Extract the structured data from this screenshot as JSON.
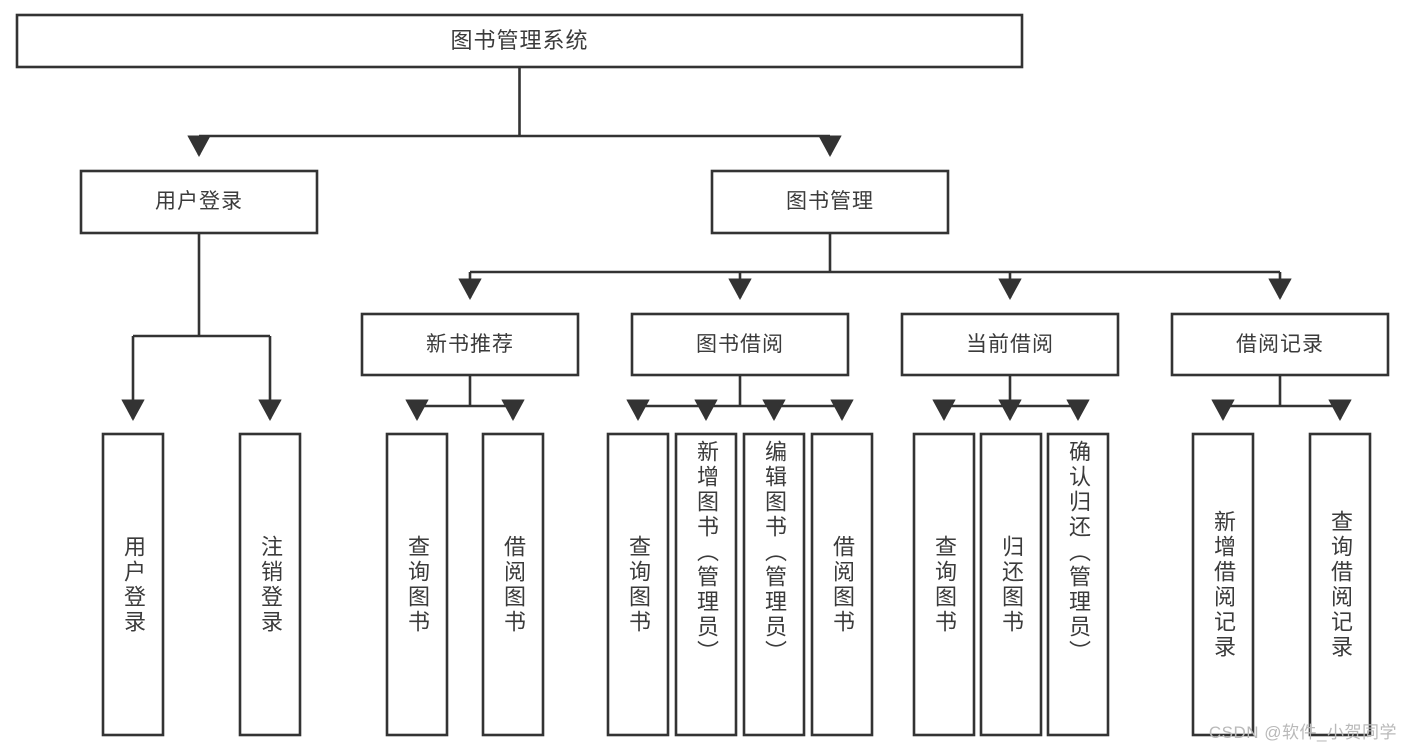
{
  "diagram": {
    "type": "tree",
    "title": "图书管理系统",
    "watermark": "CSDN @软件_小贺同学",
    "colors": {
      "stroke": "#333333",
      "fill": "#ffffff",
      "text": "#3b3b3b",
      "watermark": "#b9b9b9"
    },
    "root": {
      "label": "图书管理系统"
    },
    "level2": [
      {
        "label": "用户登录"
      },
      {
        "label": "图书管理"
      }
    ],
    "level3": [
      {
        "label": "新书推荐"
      },
      {
        "label": "图书借阅"
      },
      {
        "label": "当前借阅"
      },
      {
        "label": "借阅记录"
      }
    ],
    "leaves": {
      "user_login": [
        {
          "label": "用户登录"
        },
        {
          "label": "注销登录"
        }
      ],
      "new_book_recommend": [
        {
          "label": "查询图书"
        },
        {
          "label": "借阅图书"
        }
      ],
      "book_borrow": [
        {
          "label": "查询图书"
        },
        {
          "label": "新增图书（管理员）"
        },
        {
          "label": "编辑图书（管理员）"
        },
        {
          "label": "借阅图书"
        }
      ],
      "current_borrow": [
        {
          "label": "查询图书"
        },
        {
          "label": "归还图书"
        },
        {
          "label": "确认归还（管理员）"
        }
      ],
      "borrow_records": [
        {
          "label": "新增借阅记录"
        },
        {
          "label": "查询借阅记录"
        }
      ]
    }
  }
}
